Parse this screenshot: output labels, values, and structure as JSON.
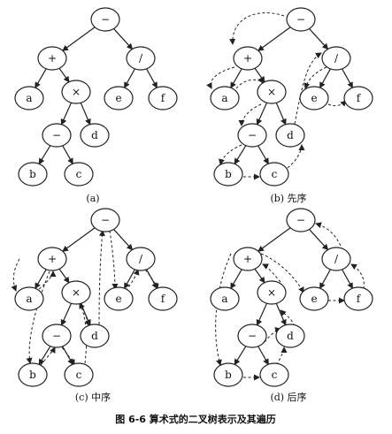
{
  "tree": {
    "nodes": [
      {
        "id": "n0",
        "label": "−"
      },
      {
        "id": "n1",
        "label": "+"
      },
      {
        "id": "n2",
        "label": "/"
      },
      {
        "id": "n3",
        "label": "a"
      },
      {
        "id": "n4",
        "label": "×"
      },
      {
        "id": "n5",
        "label": "e"
      },
      {
        "id": "n6",
        "label": "f"
      },
      {
        "id": "n7",
        "label": "−"
      },
      {
        "id": "n8",
        "label": "d"
      },
      {
        "id": "n9",
        "label": "b"
      },
      {
        "id": "n10",
        "label": "c"
      }
    ],
    "edges": [
      [
        "n0",
        "n1"
      ],
      [
        "n0",
        "n2"
      ],
      [
        "n1",
        "n3"
      ],
      [
        "n1",
        "n4"
      ],
      [
        "n2",
        "n5"
      ],
      [
        "n2",
        "n6"
      ],
      [
        "n4",
        "n7"
      ],
      [
        "n4",
        "n8"
      ],
      [
        "n7",
        "n9"
      ],
      [
        "n7",
        "n10"
      ]
    ]
  },
  "panels": [
    {
      "id": "a",
      "caption": "(a)",
      "traversal": ""
    },
    {
      "id": "b",
      "caption": "(b) 先序",
      "traversal": "preorder"
    },
    {
      "id": "c",
      "caption": "(c) 中序",
      "traversal": "inorder"
    },
    {
      "id": "d",
      "caption": "(d) 后序",
      "traversal": "postorder"
    }
  ],
  "figure_caption": "图 6-6  算术式的二叉树表示及其遍历"
}
